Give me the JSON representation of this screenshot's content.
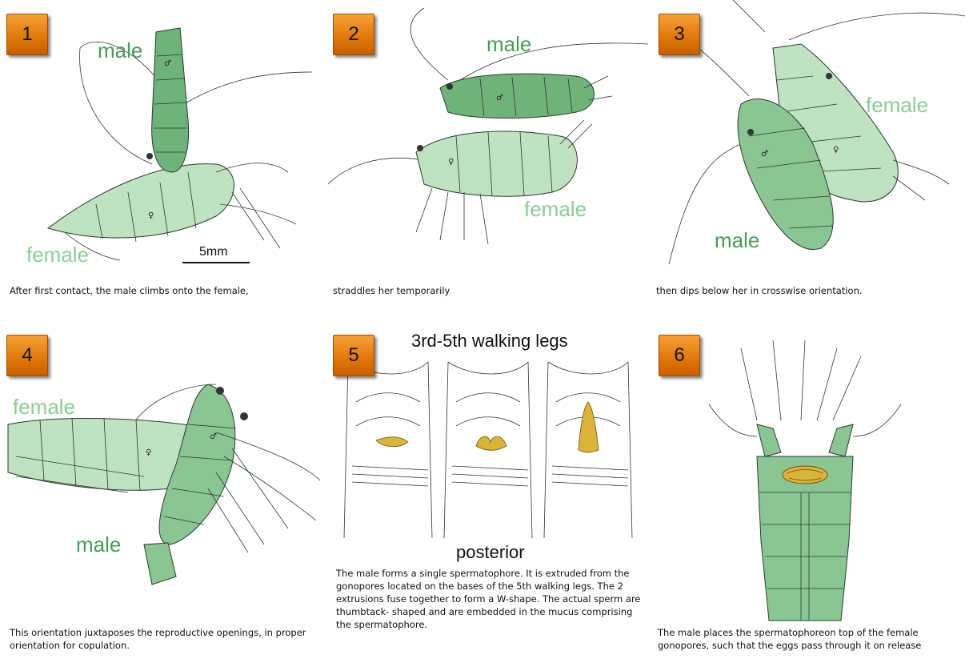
{
  "panels": [
    {
      "num": "1",
      "labels": {
        "male": "male",
        "female": "female",
        "scale": "5mm"
      },
      "caption": "After first contact, the male climbs onto the female,"
    },
    {
      "num": "2",
      "labels": {
        "male": "male",
        "female": "female"
      },
      "caption": "straddles her temporarily"
    },
    {
      "num": "3",
      "labels": {
        "male": "male",
        "female": "female"
      },
      "caption": "then dips below her in crosswise orientation."
    },
    {
      "num": "4",
      "labels": {
        "male": "male",
        "female": "female"
      },
      "caption": "This orientation juxtaposes the reproductive openings, in proper orientation for copulation."
    },
    {
      "num": "5",
      "labels": {
        "top": "3rd-5th walking legs",
        "bottom": "posterior"
      },
      "caption": "The male forms a single spermatophore. It is extruded from the gonopores located on the bases of the 5th walking legs. The 2 extrusions fuse together to form a W-shape. The actual sperm are thumbtack- shaped and are embedded in the mucus comprising the spermatophore."
    },
    {
      "num": "6",
      "labels": {},
      "caption": "The male places the spermatophoreon top of the female gonopores, such that the eggs pass through it on release"
    }
  ],
  "colors": {
    "male": "#6fb27a",
    "female": "#bfe2c2",
    "spermatophore": "#d9b33a",
    "badge": "#e8820f"
  },
  "icons": {
    "male_symbol": "♂",
    "female_symbol": "♀"
  }
}
